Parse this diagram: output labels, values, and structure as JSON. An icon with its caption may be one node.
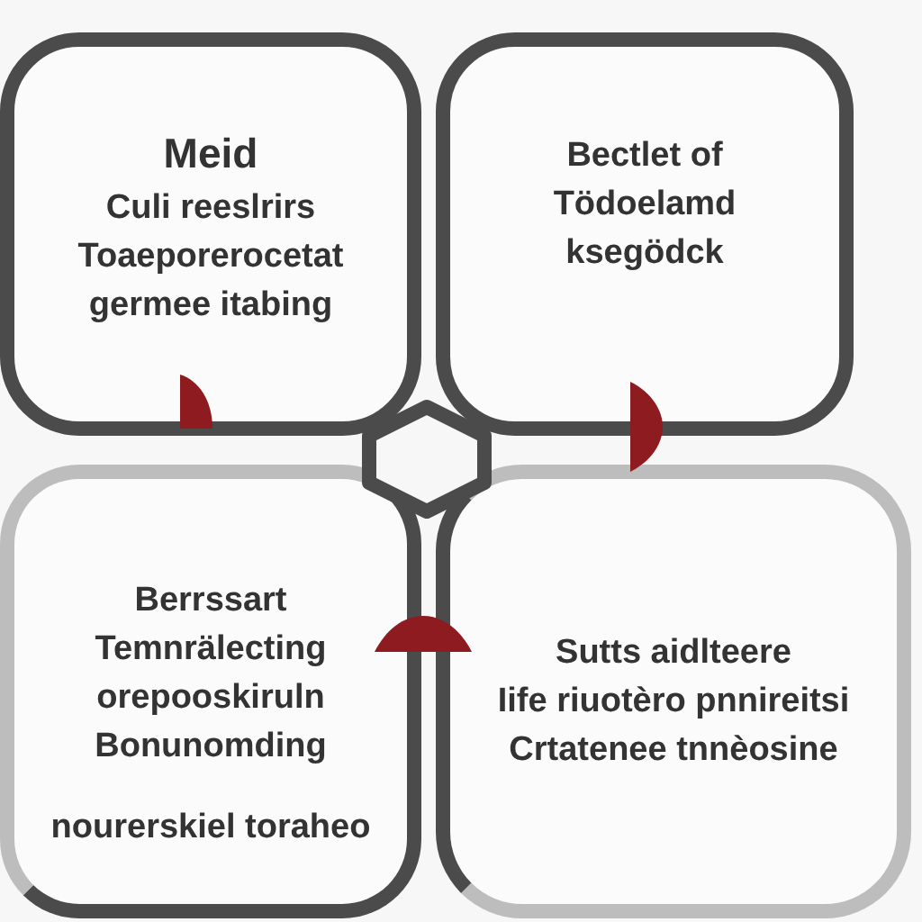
{
  "diagram": {
    "nodes": [
      {
        "text": [
          "Meid",
          "Culi reeslrirs Toaeporerocetat germee itabing"
        ]
      },
      {
        "text": [
          "Bectlet of Tödoelamd ksegödck"
        ]
      },
      {
        "text": [
          "Berrssart Temnrälecting orepooskiruln Bonunomding",
          "nourerskiel toraheo"
        ]
      },
      {
        "text": [
          "Sutts aidlteere Iife riuotèro pnnireitsi Crtatenee tnnèosine"
        ]
      }
    ]
  }
}
